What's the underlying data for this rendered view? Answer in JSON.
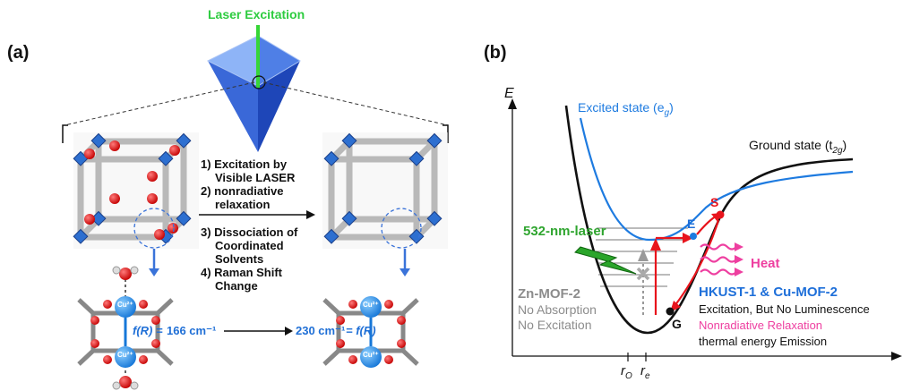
{
  "panel_a": {
    "label": "(a)",
    "laser_label": "Laser Excitation",
    "steps": [
      "1) Excitation by",
      "Visible LASER",
      "2) nonradiative",
      "relaxation",
      "3) Dissociation of",
      "Coordinated",
      "Solvents",
      "4) Raman Shift",
      "Change"
    ],
    "freq_before_symbol": "f(R) =",
    "freq_before_value": "166  cm⁻¹",
    "freq_after_value": "230  cm⁻¹",
    "freq_after_symbol": "= f(R)",
    "cu_label": "Cu²⁺"
  },
  "panel_b": {
    "label": "(b)",
    "axis_y": "E",
    "excited_state": "Excited state (e",
    "excited_sub": "g",
    "excited_close": ")",
    "ground_state": "Ground state (t",
    "ground_sub": "2g",
    "ground_close": ")",
    "laser": "532-nm-laser",
    "point_E": "E",
    "point_S": "S",
    "point_G": "G",
    "heat": "Heat",
    "zn_title": "Zn-MOF-2",
    "zn_line1": "No Absorption",
    "zn_line2": "No Excitation",
    "hk_title": "HKUST-1  & Cu-MOF-2",
    "hk_line1": "Excitation, But No Luminescence",
    "hk_line2": "Nonradiative Relaxation",
    "hk_line3": "thermal energy Emission",
    "r_o": "r",
    "r_o_sub": "O",
    "r_e": "r",
    "r_e_sub": "e"
  },
  "colors": {
    "blue_curve": "#1e7be0",
    "black_curve": "#111111",
    "red_arrow": "#e8141c",
    "green": "#2fa52f",
    "pink": "#ee3fa0",
    "grey": "#8c8c8c",
    "crystal_blue": "#2b62d9"
  }
}
